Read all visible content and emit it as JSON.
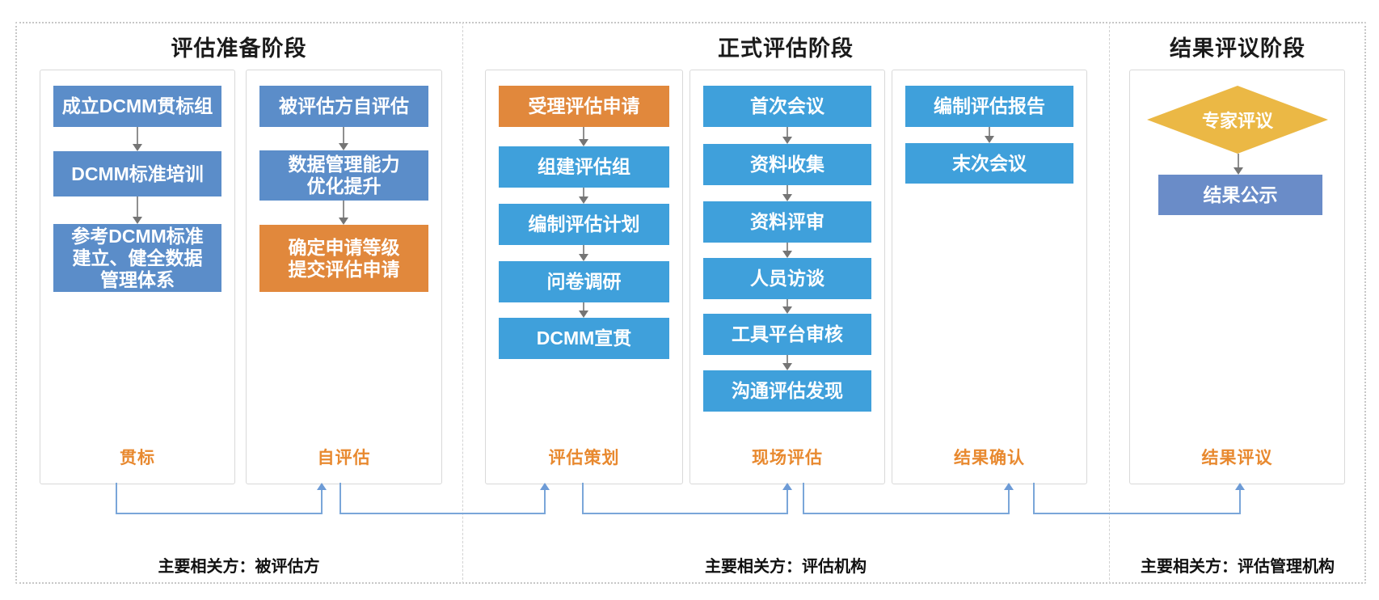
{
  "colors": {
    "steel_blue": "#5B8DC9",
    "bright_blue": "#3FA0DB",
    "orange": "#E1883C",
    "slate_blue": "#6A8CC8",
    "diamond_yellow": "#EBB845",
    "label_orange": "#E8892F",
    "connector_blue": "#7AA6D9"
  },
  "sections": [
    {
      "title": "评估准备阶段",
      "stakeholder": "主要相关方：被评估方"
    },
    {
      "title": "正式评估阶段",
      "stakeholder": "主要相关方：评估机构"
    },
    {
      "title": "结果评议阶段",
      "stakeholder": "主要相关方：评估管理机构"
    }
  ],
  "cards": [
    {
      "label": "贯标",
      "steps": [
        {
          "text": "成立DCMM贯标组"
        },
        {
          "text": "DCMM标准培训"
        },
        {
          "text": "参考DCMM标准\n建立、健全数据\n管理体系"
        }
      ]
    },
    {
      "label": "自评估",
      "steps": [
        {
          "text": "被评估方自评估"
        },
        {
          "text": "数据管理能力\n优化提升"
        },
        {
          "text": "确定申请等级\n提交评估申请"
        }
      ]
    },
    {
      "label": "评估策划",
      "steps": [
        {
          "text": "受理评估申请"
        },
        {
          "text": "组建评估组"
        },
        {
          "text": "编制评估计划"
        },
        {
          "text": "问卷调研"
        },
        {
          "text": "DCMM宣贯"
        }
      ]
    },
    {
      "label": "现场评估",
      "steps": [
        {
          "text": "首次会议"
        },
        {
          "text": "资料收集"
        },
        {
          "text": "资料评审"
        },
        {
          "text": "人员访谈"
        },
        {
          "text": "工具平台审核"
        },
        {
          "text": "沟通评估发现"
        }
      ]
    },
    {
      "label": "结果确认",
      "steps": [
        {
          "text": "编制评估报告"
        },
        {
          "text": "末次会议"
        }
      ]
    },
    {
      "label": "结果评议",
      "steps": [
        {
          "text": "专家评议"
        },
        {
          "text": "结果公示"
        }
      ]
    }
  ]
}
